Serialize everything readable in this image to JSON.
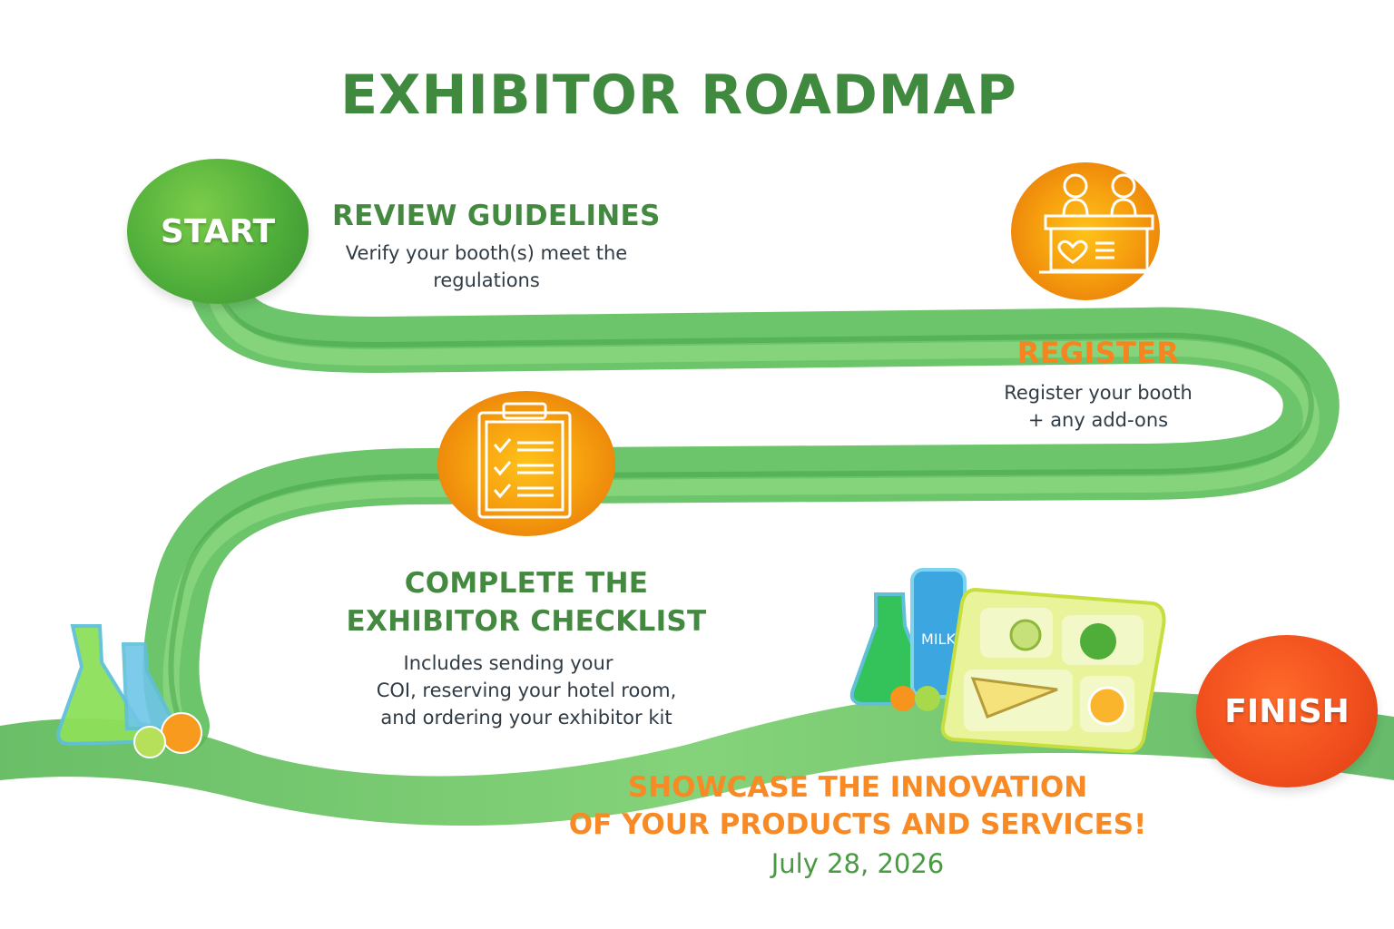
{
  "title": "EXHIBITOR ROADMAP",
  "colors": {
    "title_green": "#3f8a3e",
    "step_green": "#43893f",
    "accent_orange": "#f6841f",
    "finish_red": "#f04e1d",
    "road_green": "#5cbf5a",
    "body_text": "#2f3b45"
  },
  "nodes": {
    "start": "START",
    "finish": "FINISH"
  },
  "steps": [
    {
      "title": "REVIEW GUIDELINES",
      "desc_lines": [
        "Verify your booth(s) meet the",
        "regulations"
      ],
      "icon": "none"
    },
    {
      "title": "REGISTER",
      "desc_lines": [
        "Register your booth",
        "+ any add-ons"
      ],
      "icon": "registration-desk-icon"
    },
    {
      "title_lines": [
        "COMPLETE THE",
        "EXHIBITOR CHECKLIST"
      ],
      "desc_lines": [
        "Includes sending your",
        "COI, reserving your hotel room,",
        "and ordering your exhibitor kit"
      ],
      "icon": "clipboard-checklist-icon"
    }
  ],
  "finale": {
    "lines": [
      "SHOWCASE THE INNOVATION",
      "OF YOUR PRODUCTS AND SERVICES!"
    ],
    "date": "July 28, 2026"
  },
  "illustrations": {
    "left": "lab-flasks-with-citrus",
    "right": "lunch-tray-with-milk",
    "milk_label": "MILK"
  }
}
